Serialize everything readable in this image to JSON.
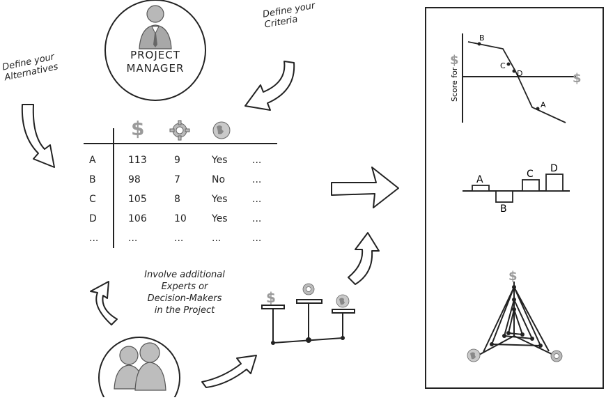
{
  "manager": {
    "line1": "PROJECT",
    "line2": "MANAGER"
  },
  "notes": {
    "alternatives": [
      "Define your",
      "Alternatives"
    ],
    "criteria": [
      "Define your",
      "Criteria"
    ],
    "involve": [
      "Involve additional",
      "Experts or",
      "Decision-Makers",
      "in the Project"
    ]
  },
  "table": {
    "header_icons": [
      "dollar-icon",
      "gear-icon",
      "globe-icon"
    ],
    "rows": [
      [
        "A",
        "113",
        "9",
        "Yes",
        "..."
      ],
      [
        "B",
        "98",
        "7",
        "No",
        "..."
      ],
      [
        "C",
        "105",
        "8",
        "Yes",
        "..."
      ],
      [
        "D",
        "106",
        "10",
        "Yes",
        "..."
      ],
      [
        "...",
        "...",
        "...",
        "...",
        "..."
      ]
    ]
  },
  "panel": {
    "score_axis_label": "Score for",
    "axis_symbol": "$",
    "line_points": [
      "B",
      "C",
      "D",
      "A"
    ],
    "bars": [
      {
        "label": "A",
        "value": 1
      },
      {
        "label": "B",
        "value": -2
      },
      {
        "label": "C",
        "value": 2
      },
      {
        "label": "D",
        "value": 3
      }
    ]
  },
  "colors": {
    "ink": "#222222",
    "icon_gray": "#9a9a9a"
  }
}
